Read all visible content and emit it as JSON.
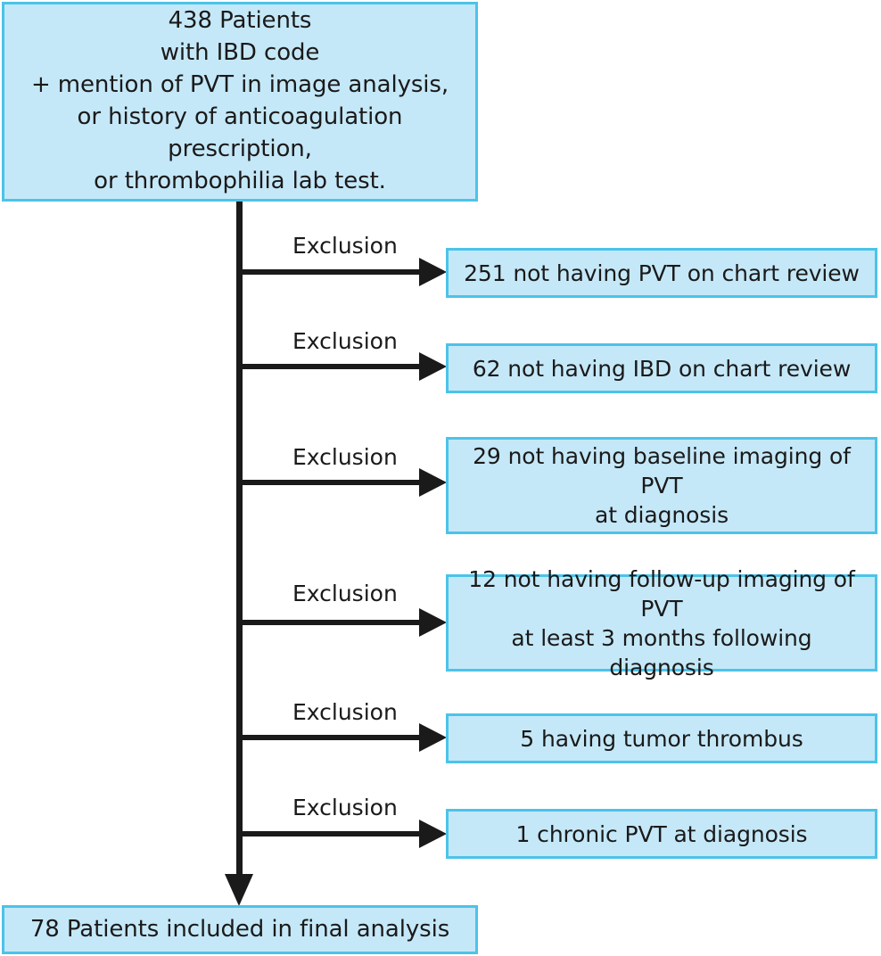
{
  "diagram": {
    "type": "patient-selection-flowchart",
    "colors": {
      "box_fill": "#c5e8f8",
      "box_border": "#4cc3e9",
      "arrow": "#1a1a1a",
      "text": "#1a1a1a",
      "background": "#ffffff"
    },
    "top_box": {
      "lines": [
        "438 Patients",
        "with IBD code",
        "+ mention of PVT in image analysis,",
        "or history of anticoagulation prescription,",
        "or thrombophilia lab test."
      ]
    },
    "exclusions": [
      {
        "label": "Exclusion",
        "count": 251,
        "lines": [
          "251 not having PVT on chart review"
        ]
      },
      {
        "label": "Exclusion",
        "count": 62,
        "lines": [
          "62 not having IBD on chart review"
        ]
      },
      {
        "label": "Exclusion",
        "count": 29,
        "lines": [
          "29 not having baseline imaging of PVT",
          "at diagnosis"
        ]
      },
      {
        "label": "Exclusion",
        "count": 12,
        "lines": [
          "12 not having follow-up imaging of PVT",
          "at least 3 months following diagnosis"
        ]
      },
      {
        "label": "Exclusion",
        "count": 5,
        "lines": [
          "5 having tumor thrombus"
        ]
      },
      {
        "label": "Exclusion",
        "count": 1,
        "lines": [
          "1 chronic PVT at diagnosis"
        ]
      }
    ],
    "final_box": {
      "lines": [
        "78 Patients included in final analysis"
      ]
    }
  }
}
